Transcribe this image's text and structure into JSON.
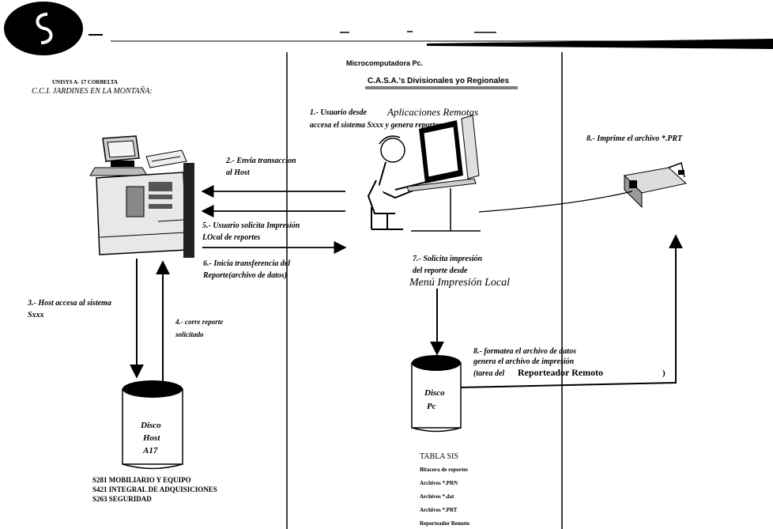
{
  "header": {
    "center_title": "Microcomputadora Pc.",
    "center_subtitle": "C.A.S.A.'s Divisionales yo Regionales",
    "left_line1": "UNISYS A- 17 CORBELTA",
    "left_line2": "C.C.I. JARDINES EN LA MONTAÑA:"
  },
  "steps": {
    "s1_a": "1.- Usuario desde",
    "s1_b": "Aplicaciones Remotas",
    "s1_c": "accesa  el sistema Sxxx  y genera reportes",
    "s2_a": "2.- Envia transaccion",
    "s2_b": "al  Host",
    "s3_a": "3.- Host accesa al sistema",
    "s3_b": "Sxxx",
    "s4_a": "4.- corre reporte",
    "s4_b": "solicitado",
    "s5_a": "5.- Usuario solicita Impresión",
    "s5_b": "LOcal de reportes",
    "s6_a": "6.- Inicia transferencia del",
    "s6_b": "Reporte(archivo de datos)",
    "s7_a": "7.- Solicita impresión",
    "s7_b": "del reporte  desde",
    "s7_c": "Menú Impresión Local",
    "s8_a": "8.- formatea el archivo de datos",
    "s8_b": "genera el archivo de impresión",
    "s8_c": "(tarea del",
    "s8_d": "Reporteador Remoto",
    "s8_e": ")",
    "s9": "8.- Imprime el archivo *.PRT"
  },
  "disk_host": {
    "line1": "Disco",
    "line2": "Host",
    "line3": "A17"
  },
  "disk_pc": {
    "line1": "Disco",
    "line2": "Pc"
  },
  "systems": [
    "S281 MOBILIARIO Y EQUIPO",
    "S421 INTEGRAL DE ADQUISICIONES",
    "S263 SEGURIDAD"
  ],
  "tabla": {
    "title": "TABLA SIS",
    "items": [
      "Bitacora de reportes",
      "Archivos *.PRN",
      "Archivos *.dat",
      "Archivos *.PRT",
      "Reporteador Remoto"
    ]
  }
}
